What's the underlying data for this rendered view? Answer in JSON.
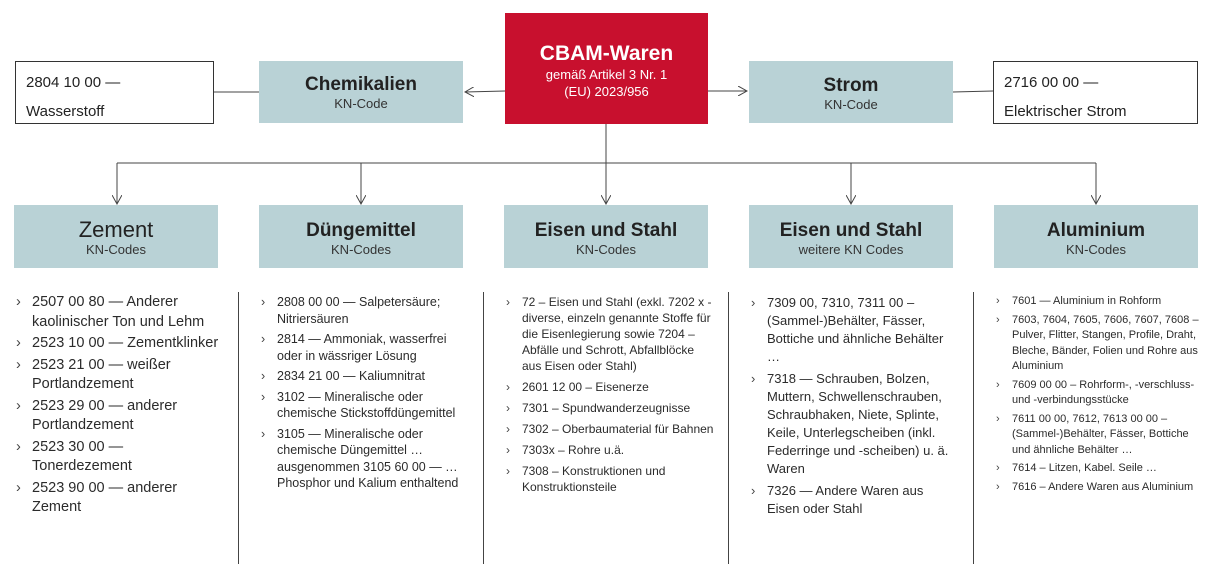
{
  "center": {
    "title": "CBAM-Waren",
    "sub1": "gemäß Artikel 3 Nr. 1",
    "sub2": "(EU) 2023/956"
  },
  "chemikalien": {
    "title": "Chemikalien",
    "sub": "KN-Code",
    "detail_line1": "2804 10 00 —",
    "detail_line2": "Wasserstoff"
  },
  "strom": {
    "title": "Strom",
    "sub": "KN-Code",
    "detail_line1": "2716 00 00 —",
    "detail_line2": "Elektrischer Strom"
  },
  "categories": [
    {
      "title": "Zement",
      "sub": "KN-Codes",
      "items": [
        "2507 00 80 — Anderer kaolinischer Ton und Lehm",
        "2523 10 00 — Zementklinker",
        "2523 21 00 — weißer Portlandzement",
        "2523 29 00 — anderer Portlandzement",
        "2523 30 00 — Tonerdezement",
        "2523 90 00 — anderer Zement"
      ]
    },
    {
      "title": "Düngemittel",
      "sub": "KN-Codes",
      "items": [
        "2808 00 00 — Salpetersäure; Nitriersäuren",
        "2814 — Ammoniak, wasserfrei oder in wässriger Lösung",
        "2834 21 00 — Kaliumnitrat",
        "3102 — Mineralische oder chemische Stickstoffdüngemittel",
        "3105 — Mineralische oder chemische Düngemittel … ausgenommen 3105 60 00 — … Phosphor und Kalium enthaltend"
      ]
    },
    {
      "title": "Eisen und Stahl",
      "sub": "KN-Codes",
      "items": [
        "72 – Eisen und Stahl (exkl. 7202 x - diverse, einzeln genannte Stoffe für die Eisenlegierung sowie 7204 – Abfälle und Schrott, Abfallblöcke aus Eisen oder Stahl)",
        "2601 12 00 – Eisenerze",
        "7301 – Spundwanderzeugnisse",
        "7302 – Oberbaumaterial für Bahnen",
        "7303x – Rohre u.ä.",
        "7308 – Konstruktionen und Konstruktionsteile"
      ]
    },
    {
      "title": "Eisen und Stahl",
      "sub": "weitere KN Codes",
      "items": [
        "7309 00, 7310, 7311 00 – (Sammel-)Behälter, Fässer, Bottiche und ähnliche Behälter …",
        "7318 — Schrauben, Bolzen, Muttern, Schwellenschrauben, Schraubhaken, Niete, Splinte, Keile, Unterlegscheiben (inkl. Federringe und -scheiben) u. ä. Waren",
        "7326 — Andere Waren aus Eisen oder Stahl"
      ]
    },
    {
      "title": "Aluminium",
      "sub": "KN-Codes",
      "items": [
        "7601 — Aluminium in Rohform",
        "7603, 7604, 7605, 7606, 7607, 7608 – Pulver, Flitter, Stangen, Profile, Draht, Bleche, Bänder, Folien und Rohre aus Aluminium",
        "7609 00 00 – Rohrform-, -verschluss- und -verbindungsstücke",
        "7611 00 00, 7612, 7613 00 00 – (Sammel-)Behälter, Fässer, Bottiche und ähnliche Behälter …",
        "7614 – Litzen, Kabel. Seile …",
        "7616 – Andere Waren aus Aluminium"
      ]
    }
  ]
}
